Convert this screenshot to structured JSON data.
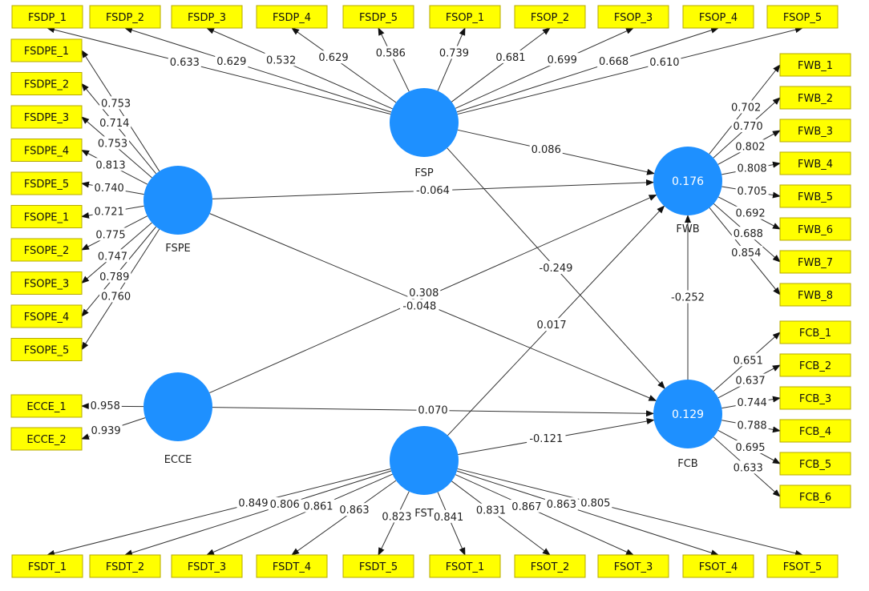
{
  "colors": {
    "construct": "#1e90ff",
    "indicator_fill": "#ffff00",
    "line": "#333333"
  },
  "constructs": [
    {
      "id": "FSP",
      "label": "FSP",
      "r2": ""
    },
    {
      "id": "FSPE",
      "label": "FSPE",
      "r2": ""
    },
    {
      "id": "ECCE",
      "label": "ECCE",
      "r2": ""
    },
    {
      "id": "FST",
      "label": "FST",
      "r2": ""
    },
    {
      "id": "FWB",
      "label": "FWB",
      "r2": "0.176"
    },
    {
      "id": "FCB",
      "label": "FCB",
      "r2": "0.129"
    }
  ],
  "indicators": [
    {
      "id": "FSDP_1",
      "label": "FSDP_1",
      "construct": "FSP",
      "loading": "0.633"
    },
    {
      "id": "FSDP_2",
      "label": "FSDP_2",
      "construct": "FSP",
      "loading": "0.629"
    },
    {
      "id": "FSDP_3",
      "label": "FSDP_3",
      "construct": "FSP",
      "loading": "0.532"
    },
    {
      "id": "FSDP_4",
      "label": "FSDP_4",
      "construct": "FSP",
      "loading": "0.629"
    },
    {
      "id": "FSDP_5",
      "label": "FSDP_5",
      "construct": "FSP",
      "loading": "0.586"
    },
    {
      "id": "FSOP_1",
      "label": "FSOP_1",
      "construct": "FSP",
      "loading": "0.739"
    },
    {
      "id": "FSOP_2",
      "label": "FSOP_2",
      "construct": "FSP",
      "loading": "0.681"
    },
    {
      "id": "FSOP_3",
      "label": "FSOP_3",
      "construct": "FSP",
      "loading": "0.699"
    },
    {
      "id": "FSOP_4",
      "label": "FSOP_4",
      "construct": "FSP",
      "loading": "0.668"
    },
    {
      "id": "FSOP_5",
      "label": "FSOP_5",
      "construct": "FSP",
      "loading": "0.610"
    },
    {
      "id": "FSDPE_1",
      "label": "FSDPE_1",
      "construct": "FSPE",
      "loading": "0.753"
    },
    {
      "id": "FSDPE_2",
      "label": "FSDPE_2",
      "construct": "FSPE",
      "loading": "0.714"
    },
    {
      "id": "FSDPE_3",
      "label": "FSDPE_3",
      "construct": "FSPE",
      "loading": "0.753"
    },
    {
      "id": "FSDPE_4",
      "label": "FSDPE_4",
      "construct": "FSPE",
      "loading": "0.813"
    },
    {
      "id": "FSDPE_5",
      "label": "FSDPE_5",
      "construct": "FSPE",
      "loading": "0.740"
    },
    {
      "id": "FSOPE_1",
      "label": "FSOPE_1",
      "construct": "FSPE",
      "loading": "0.721"
    },
    {
      "id": "FSOPE_2",
      "label": "FSOPE_2",
      "construct": "FSPE",
      "loading": "0.775"
    },
    {
      "id": "FSOPE_3",
      "label": "FSOPE_3",
      "construct": "FSPE",
      "loading": "0.747"
    },
    {
      "id": "FSOPE_4",
      "label": "FSOPE_4",
      "construct": "FSPE",
      "loading": "0.789"
    },
    {
      "id": "FSOPE_5",
      "label": "FSOPE_5",
      "construct": "FSPE",
      "loading": "0.760"
    },
    {
      "id": "ECCE_1",
      "label": "ECCE_1",
      "construct": "ECCE",
      "loading": "0.958"
    },
    {
      "id": "ECCE_2",
      "label": "ECCE_2",
      "construct": "ECCE",
      "loading": "0.939"
    },
    {
      "id": "FSDT_1",
      "label": "FSDT_1",
      "construct": "FST",
      "loading": "0.849"
    },
    {
      "id": "FSDT_2",
      "label": "FSDT_2",
      "construct": "FST",
      "loading": "0.806"
    },
    {
      "id": "FSDT_3",
      "label": "FSDT_3",
      "construct": "FST",
      "loading": "0.861"
    },
    {
      "id": "FSDT_4",
      "label": "FSDT_4",
      "construct": "FST",
      "loading": "0.863"
    },
    {
      "id": "FSDT_5",
      "label": "FSDT_5",
      "construct": "FST",
      "loading": "0.823"
    },
    {
      "id": "FSOT_1",
      "label": "FSOT_1",
      "construct": "FST",
      "loading": "0.841"
    },
    {
      "id": "FSOT_2",
      "label": "FSOT_2",
      "construct": "FST",
      "loading": "0.831"
    },
    {
      "id": "FSOT_3",
      "label": "FSOT_3",
      "construct": "FST",
      "loading": "0.867"
    },
    {
      "id": "FSOT_4",
      "label": "FSOT_4",
      "construct": "FST",
      "loading": "0.863"
    },
    {
      "id": "FSOT_5",
      "label": "FSOT_5",
      "construct": "FST",
      "loading": "0.805"
    },
    {
      "id": "FWB_1",
      "label": "FWB_1",
      "construct": "FWB",
      "loading": "0.702"
    },
    {
      "id": "FWB_2",
      "label": "FWB_2",
      "construct": "FWB",
      "loading": "0.770"
    },
    {
      "id": "FWB_3",
      "label": "FWB_3",
      "construct": "FWB",
      "loading": "0.802"
    },
    {
      "id": "FWB_4",
      "label": "FWB_4",
      "construct": "FWB",
      "loading": "0.808"
    },
    {
      "id": "FWB_5",
      "label": "FWB_5",
      "construct": "FWB",
      "loading": "0.705"
    },
    {
      "id": "FWB_6",
      "label": "FWB_6",
      "construct": "FWB",
      "loading": "0.692"
    },
    {
      "id": "FWB_7",
      "label": "FWB_7",
      "construct": "FWB",
      "loading": "0.688"
    },
    {
      "id": "FWB_8",
      "label": "FWB_8",
      "construct": "FWB",
      "loading": "0.854"
    },
    {
      "id": "FCB_1",
      "label": "FCB_1",
      "construct": "FCB",
      "loading": "0.651"
    },
    {
      "id": "FCB_2",
      "label": "FCB_2",
      "construct": "FCB",
      "loading": "0.637"
    },
    {
      "id": "FCB_3",
      "label": "FCB_3",
      "construct": "FCB",
      "loading": "0.744"
    },
    {
      "id": "FCB_4",
      "label": "FCB_4",
      "construct": "FCB",
      "loading": "0.788"
    },
    {
      "id": "FCB_5",
      "label": "FCB_5",
      "construct": "FCB",
      "loading": "0.695"
    },
    {
      "id": "FCB_6",
      "label": "FCB_6",
      "construct": "FCB",
      "loading": "0.633"
    }
  ],
  "paths": [
    {
      "from": "FSP",
      "to": "FWB",
      "coef": "0.086"
    },
    {
      "from": "FSPE",
      "to": "FWB",
      "coef": "-0.064"
    },
    {
      "from": "FSP",
      "to": "FCB",
      "coef": "-0.249"
    },
    {
      "from": "FSPE",
      "to": "FCB",
      "coef": "-0.048"
    },
    {
      "from": "ECCE",
      "to": "FWB",
      "coef": "0.308"
    },
    {
      "from": "ECCE",
      "to": "FCB",
      "coef": "0.070"
    },
    {
      "from": "FST",
      "to": "FWB",
      "coef": "0.017"
    },
    {
      "from": "FST",
      "to": "FCB",
      "coef": "-0.121"
    },
    {
      "from": "FCB",
      "to": "FWB",
      "coef": "-0.252"
    }
  ]
}
